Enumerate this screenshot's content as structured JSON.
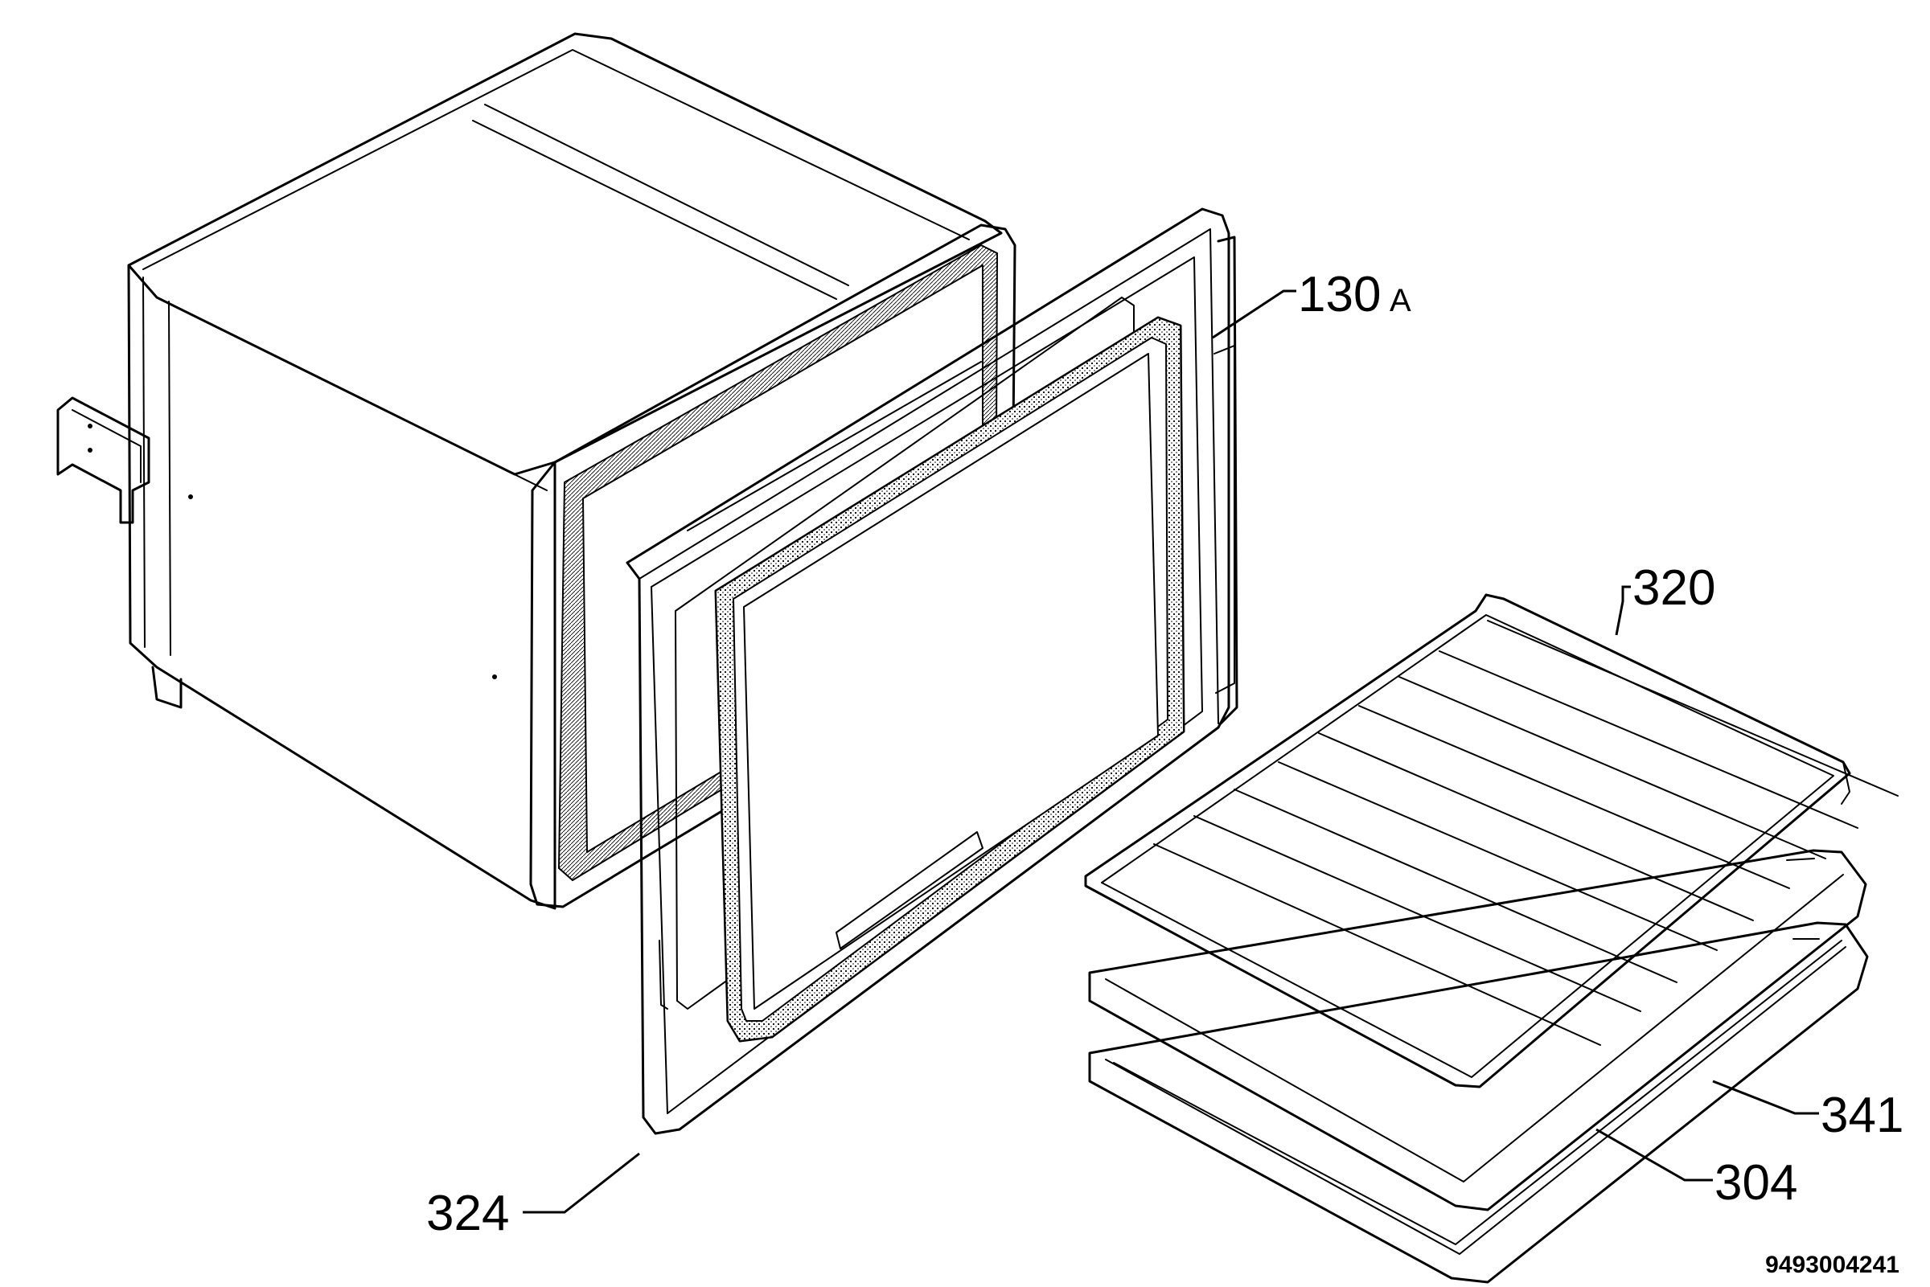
{
  "callouts": {
    "door_frame": {
      "number": "130",
      "suffix": "A"
    },
    "shelf_rack": "320",
    "enamel_tray": "341",
    "baking_tray": "304",
    "oven_door_inner": "324"
  },
  "document_number": "9493004241"
}
